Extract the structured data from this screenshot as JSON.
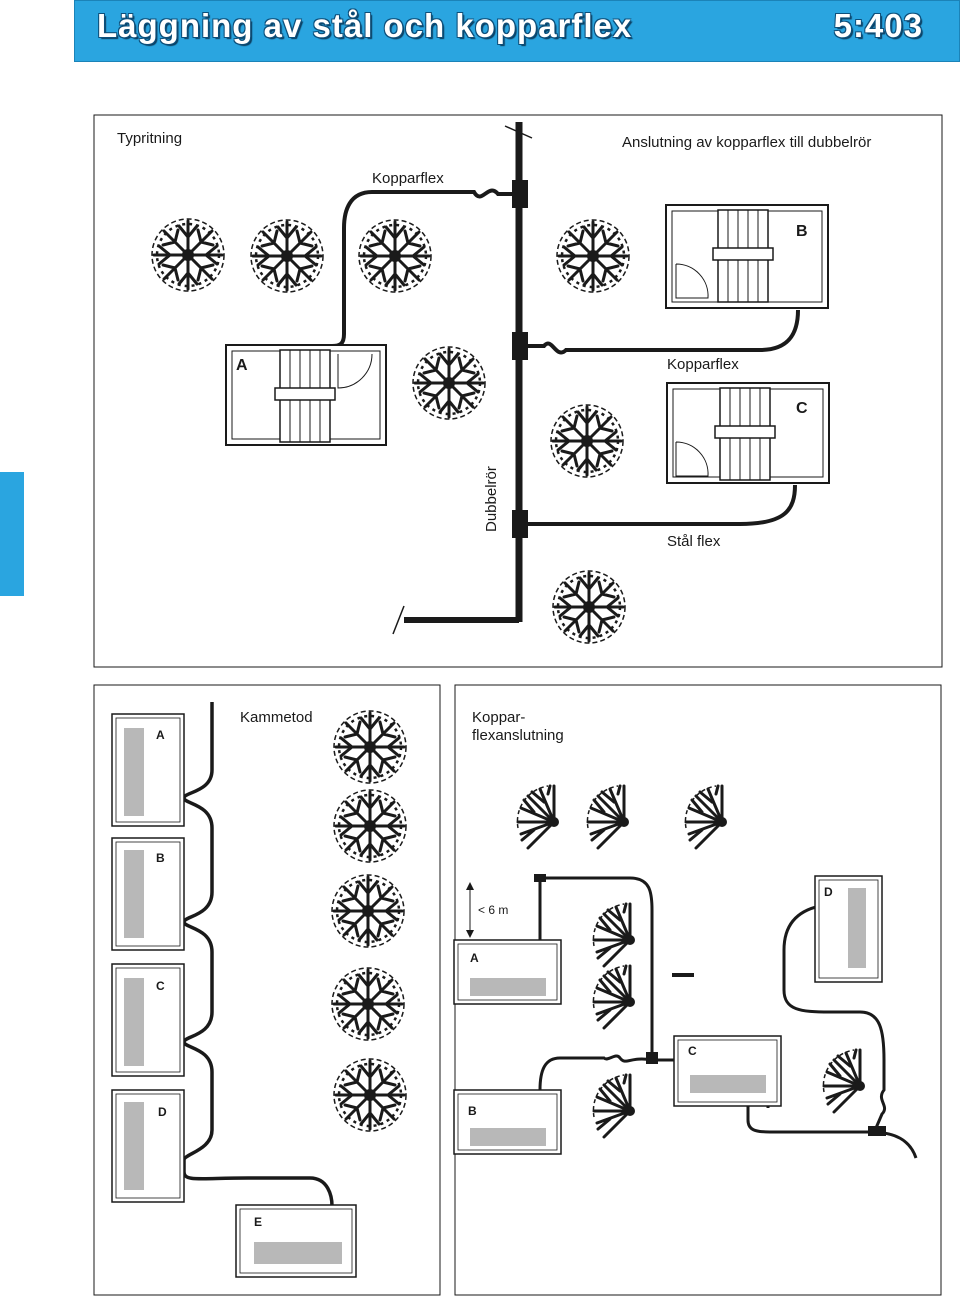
{
  "header": {
    "title": "Läggning av stål och kopparflex",
    "page": "5:403"
  },
  "colors": {
    "accent": "#2aa5e0",
    "ink": "#1a1a1a",
    "radiator": "#b8b8b8"
  },
  "top_panel": {
    "caption_left": "Typritning",
    "caption_right": "Anslutning av kopparflex till dubbelrör",
    "label_kopparflex_top": "Kopparflex",
    "label_kopparflex_mid": "Kopparflex",
    "label_dubbelror": "Dubbelrör",
    "label_stal_flex": "Stål flex",
    "houses": {
      "a": "A",
      "b": "B",
      "c": "C"
    }
  },
  "bottom_left": {
    "label": "Kammetod",
    "houses": {
      "a": "A",
      "b": "B",
      "c": "C",
      "d": "D",
      "e": "E"
    }
  },
  "bottom_right": {
    "label_line1": "Koppar-",
    "label_line2": "flexanslutning",
    "distance": "< 6 m",
    "houses": {
      "a": "A",
      "b": "B",
      "c": "C",
      "d": "D"
    }
  }
}
